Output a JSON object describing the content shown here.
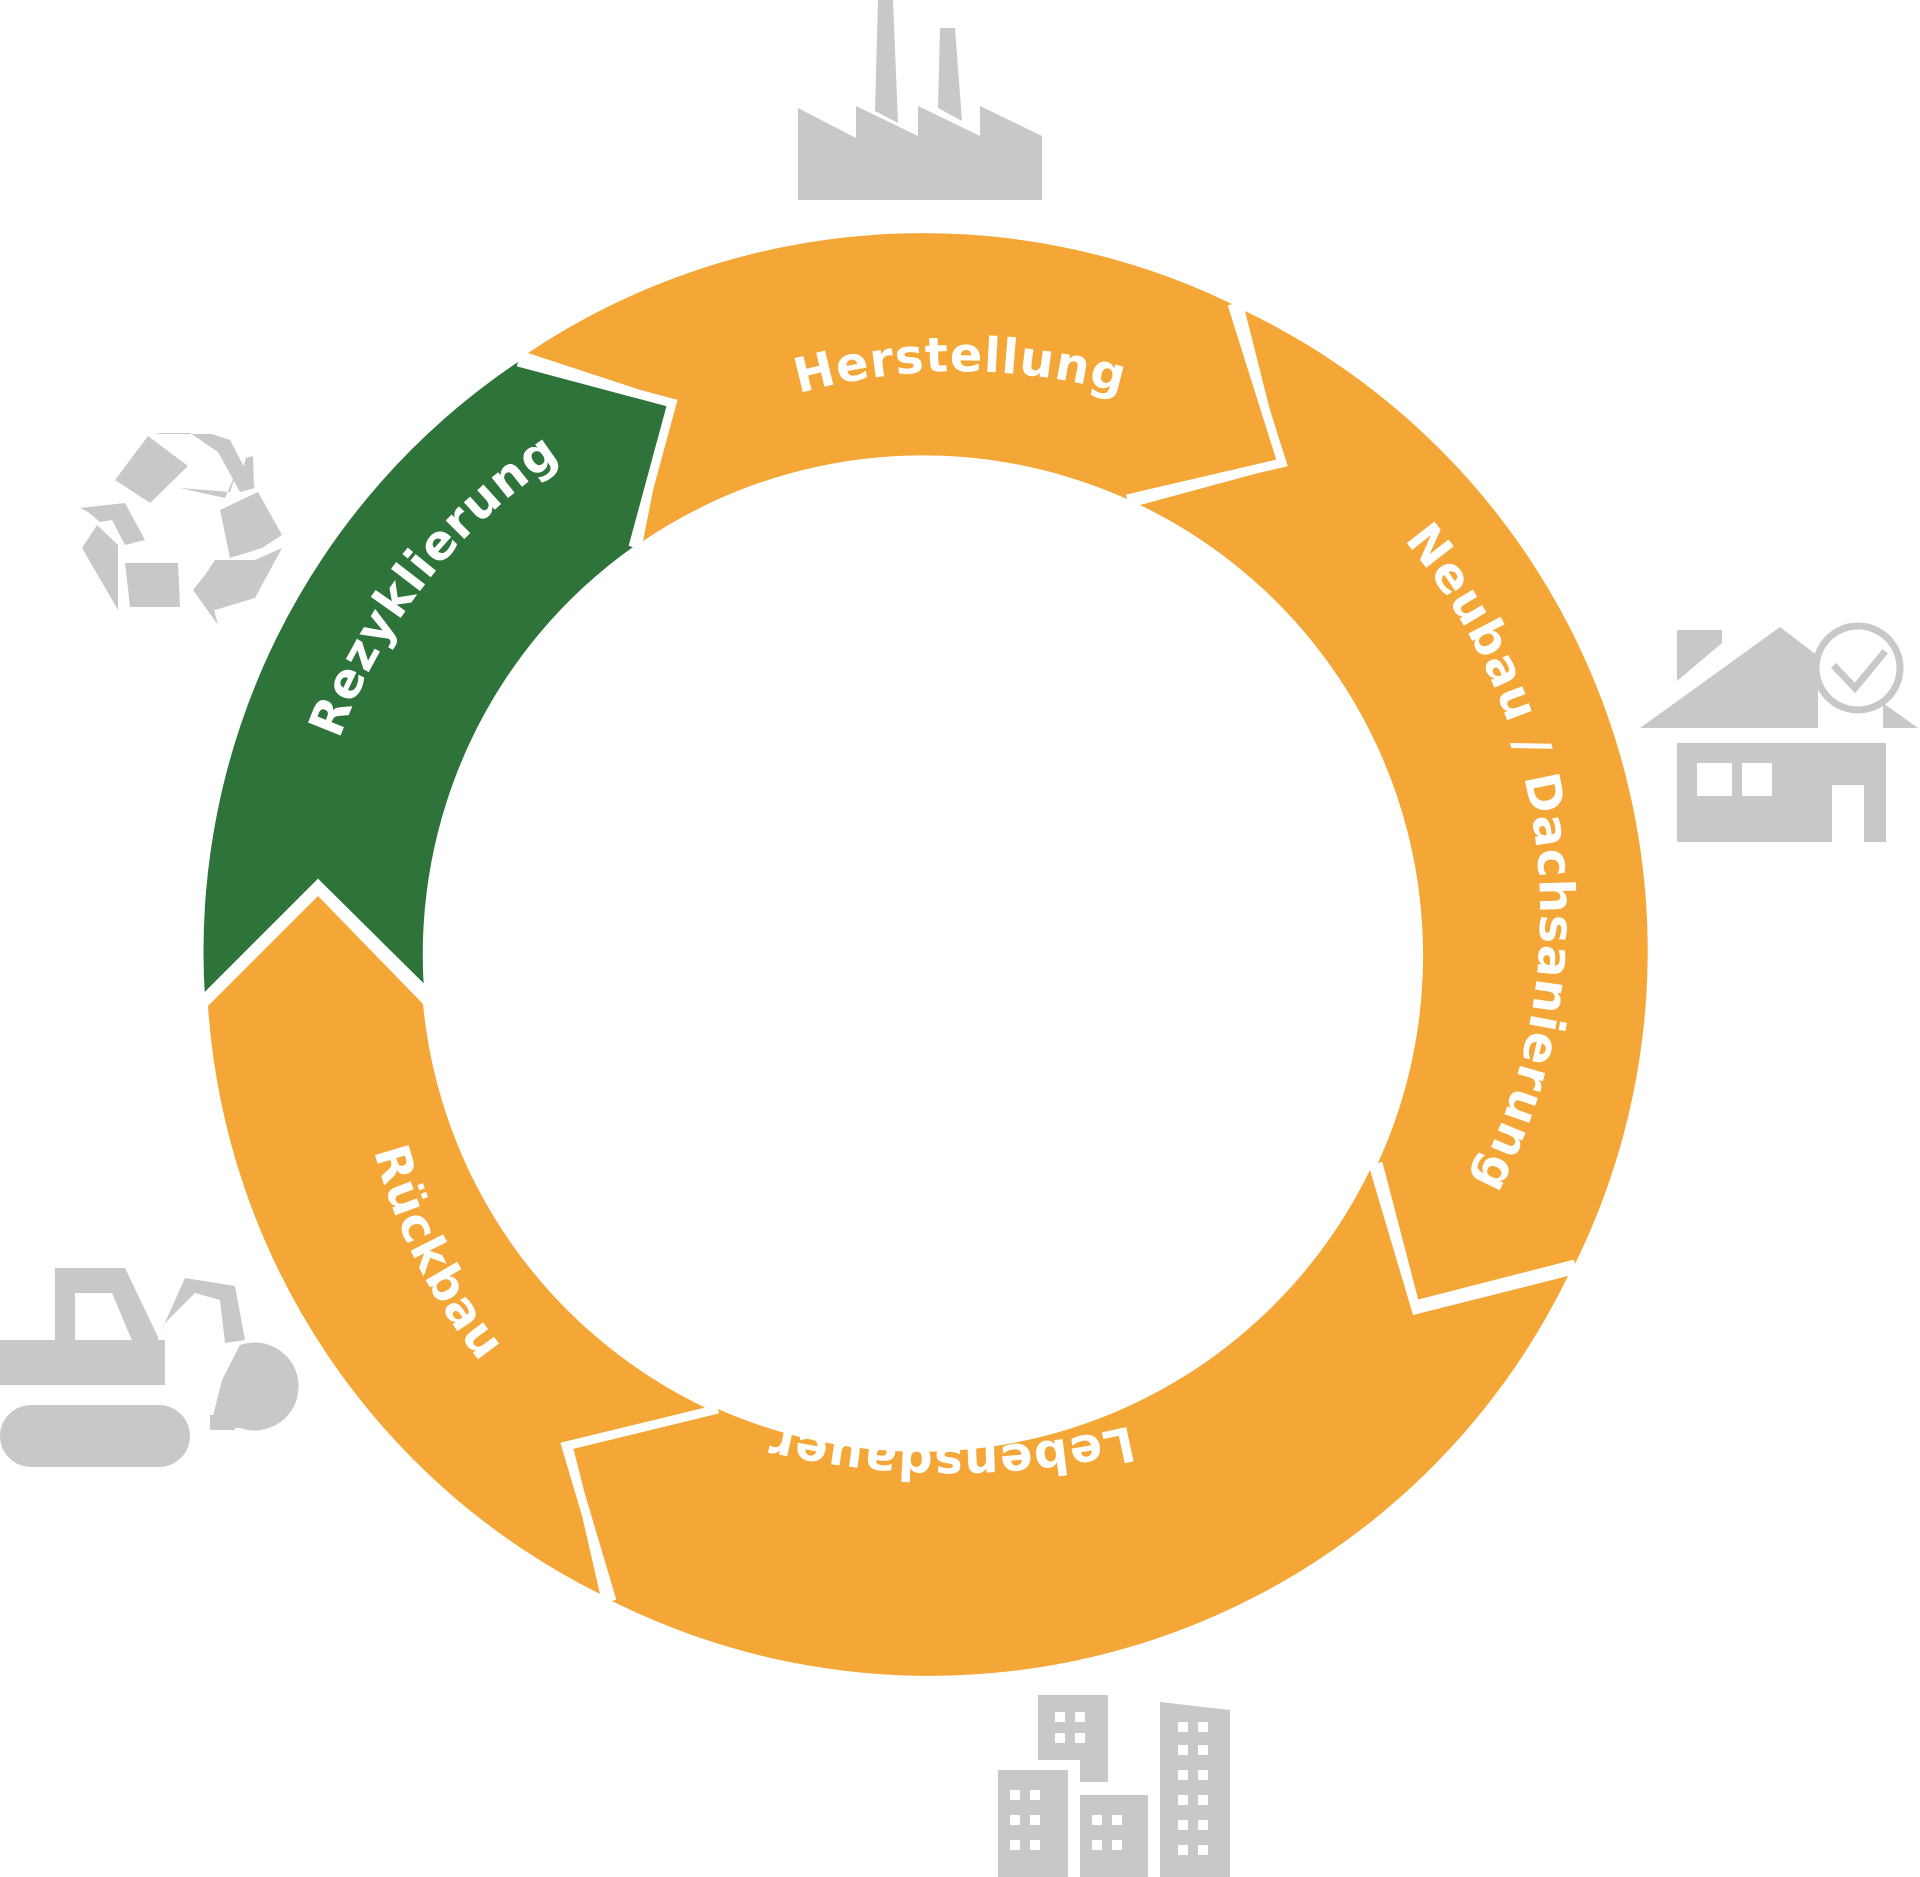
{
  "diagram": {
    "stages": [
      {
        "id": "herstellung",
        "label": "Herstellung",
        "icon": "factory-icon",
        "color": "#F4A636"
      },
      {
        "id": "neubau",
        "label": "Neubau / Dachsanierung",
        "icon": "house-check-icon",
        "color": "#F4A636"
      },
      {
        "id": "lebensdauer",
        "label": "Lebensdauer",
        "icon": "city-buildings-icon",
        "color": "#F4A636"
      },
      {
        "id": "rueckbau",
        "label": "Rückbau",
        "icon": "excavator-icon",
        "color": "#F4A636"
      },
      {
        "id": "rezyklierung",
        "label": "Rezyklierung",
        "icon": "recycle-icon",
        "color": "#2E733A"
      }
    ],
    "icon_color": "#C8C8C8",
    "label_color": "#FFFFFF",
    "separator_color": "#FFFFFF"
  }
}
